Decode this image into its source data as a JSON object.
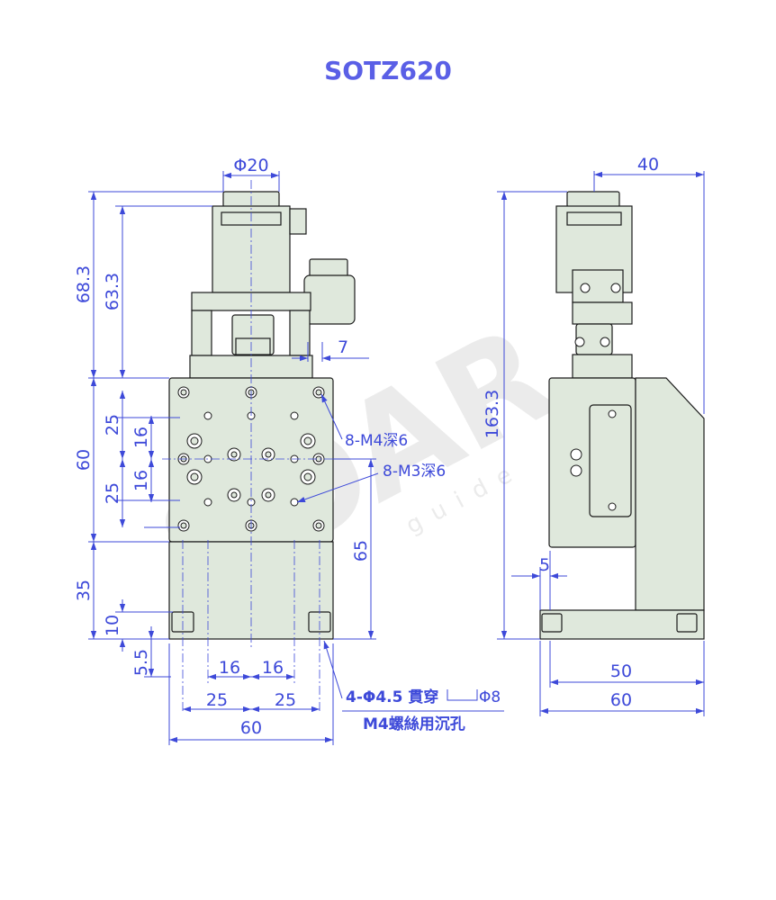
{
  "title": "SOTZ620",
  "colors": {
    "title": "#5a5fe6",
    "dimension": "#3d49d9",
    "outline": "#1a1a1a",
    "body_fill": "#dfe8dc",
    "hole_fill": "#ffffff",
    "watermark": "#c8c8c8"
  },
  "front_view": {
    "dims": {
      "top_diameter": "Φ20",
      "total_upper_height": "68.3",
      "motor_height": "63.3",
      "side_offset": "7",
      "stage_width_v": "60",
      "pitch_25_a": "25",
      "pitch_25_b": "25",
      "pitch_16_a": "16",
      "pitch_16_b": "16",
      "base_height": "35",
      "foot_height": "10",
      "foot_offset": "5.5",
      "center_height": "65",
      "bottom_16_left": "16",
      "bottom_16_right": "16",
      "bottom_25_left": "25",
      "bottom_25_right": "25",
      "bottom_width": "60"
    },
    "notes": {
      "m4": "8-M4深6",
      "m3": "8-M3深6",
      "through_hole": "4-Φ4.5 貫穿",
      "counterbore": "Φ8",
      "counterbore_note": "M4螺絲用沉孔"
    }
  },
  "side_view": {
    "dims": {
      "top_width": "40",
      "total_height": "163.3",
      "foot_offset": "5",
      "base_50": "50",
      "base_60": "60"
    }
  },
  "watermark": {
    "brand": "SOAR",
    "sub": "guide"
  }
}
